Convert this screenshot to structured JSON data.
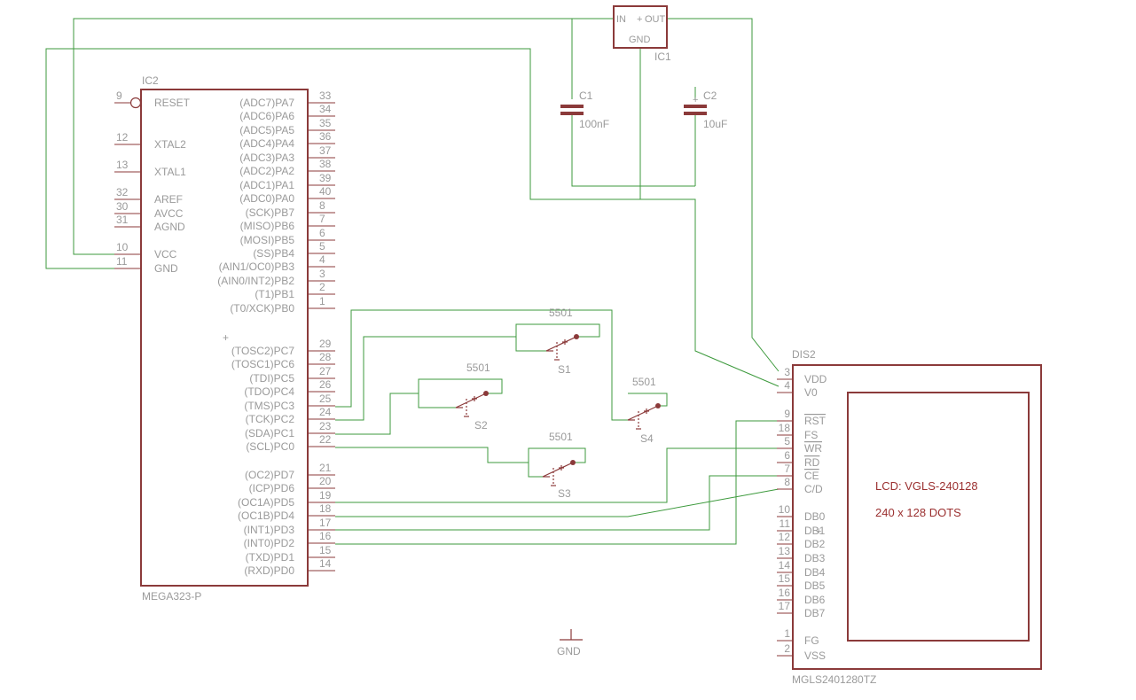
{
  "ic2": {
    "name": "IC2",
    "value": "MEGA323-P",
    "left_pins": [
      {
        "num": "9",
        "name": "RESET"
      },
      {
        "num": "12",
        "name": "XTAL2"
      },
      {
        "num": "13",
        "name": "XTAL1"
      },
      {
        "num": "32",
        "name": "AREF"
      },
      {
        "num": "30",
        "name": "AVCC"
      },
      {
        "num": "31",
        "name": "AGND"
      },
      {
        "num": "10",
        "name": "VCC"
      },
      {
        "num": "11",
        "name": "GND"
      }
    ],
    "right_pins": [
      {
        "num": "33",
        "name": "(ADC7)PA7"
      },
      {
        "num": "34",
        "name": "(ADC6)PA6"
      },
      {
        "num": "35",
        "name": "(ADC5)PA5"
      },
      {
        "num": "36",
        "name": "(ADC4)PA4"
      },
      {
        "num": "37",
        "name": "(ADC3)PA3"
      },
      {
        "num": "38",
        "name": "(ADC2)PA2"
      },
      {
        "num": "39",
        "name": "(ADC1)PA1"
      },
      {
        "num": "40",
        "name": "(ADC0)PA0"
      },
      {
        "num": "8",
        "name": "(SCK)PB7"
      },
      {
        "num": "7",
        "name": "(MISO)PB6"
      },
      {
        "num": "6",
        "name": "(MOSI)PB5"
      },
      {
        "num": "5",
        "name": "(SS)PB4"
      },
      {
        "num": "4",
        "name": "(AIN1/OC0)PB3"
      },
      {
        "num": "3",
        "name": "(AIN0/INT2)PB2"
      },
      {
        "num": "2",
        "name": "(T1)PB1"
      },
      {
        "num": "1",
        "name": "(T0/XCK)PB0"
      },
      {
        "num": "29",
        "name": "(TOSC2)PC7"
      },
      {
        "num": "28",
        "name": "(TOSC1)PC6"
      },
      {
        "num": "27",
        "name": "(TDI)PC5"
      },
      {
        "num": "26",
        "name": "(TDO)PC4"
      },
      {
        "num": "25",
        "name": "(TMS)PC3"
      },
      {
        "num": "24",
        "name": "(TCK)PC2"
      },
      {
        "num": "23",
        "name": "(SDA)PC1"
      },
      {
        "num": "22",
        "name": "(SCL)PC0"
      },
      {
        "num": "21",
        "name": "(OC2)PD7"
      },
      {
        "num": "20",
        "name": "(ICP)PD6"
      },
      {
        "num": "19",
        "name": "(OC1A)PD5"
      },
      {
        "num": "18",
        "name": "(OC1B)PD4"
      },
      {
        "num": "17",
        "name": "(INT1)PD3"
      },
      {
        "num": "16",
        "name": "(INT0)PD2"
      },
      {
        "num": "15",
        "name": "(TXD)PD1"
      },
      {
        "num": "14",
        "name": "(RXD)PD0"
      }
    ]
  },
  "ic1": {
    "name": "IC1",
    "pin_in": "IN",
    "pin_out": "OUT",
    "pin_gnd": "GND"
  },
  "c1": {
    "name": "C1",
    "value": "100nF"
  },
  "c2": {
    "name": "C2",
    "value": "10uF"
  },
  "switches": [
    {
      "name": "S1",
      "value": "5501"
    },
    {
      "name": "S2",
      "value": "5501"
    },
    {
      "name": "S3",
      "value": "5501"
    },
    {
      "name": "S4",
      "value": "5501"
    }
  ],
  "gnd_symbol": "GND",
  "dis2": {
    "name": "DIS2",
    "value": "MGLS2401280TZ",
    "lcd_line1": "LCD: VGLS-240128",
    "lcd_line2": "240 x 128 DOTS",
    "pins": [
      {
        "num": "3",
        "name": "VDD"
      },
      {
        "num": "4",
        "name": "V0"
      },
      {
        "num": "9",
        "name": "RST"
      },
      {
        "num": "18",
        "name": "FS"
      },
      {
        "num": "5",
        "name": "WR"
      },
      {
        "num": "6",
        "name": "RD"
      },
      {
        "num": "7",
        "name": "CE"
      },
      {
        "num": "8",
        "name": "C/D"
      },
      {
        "num": "10",
        "name": "DB0"
      },
      {
        "num": "11",
        "name": "DB1"
      },
      {
        "num": "12",
        "name": "DB2"
      },
      {
        "num": "13",
        "name": "DB3"
      },
      {
        "num": "14",
        "name": "DB4"
      },
      {
        "num": "15",
        "name": "DB5"
      },
      {
        "num": "16",
        "name": "DB6"
      },
      {
        "num": "17",
        "name": "DB7"
      },
      {
        "num": "1",
        "name": "FG"
      },
      {
        "num": "2",
        "name": "VSS"
      }
    ]
  },
  "colors": {
    "part": "#8b3a3a",
    "wire": "#3d9a3d",
    "text": "#9a9a9a",
    "label": "#9b3030"
  }
}
